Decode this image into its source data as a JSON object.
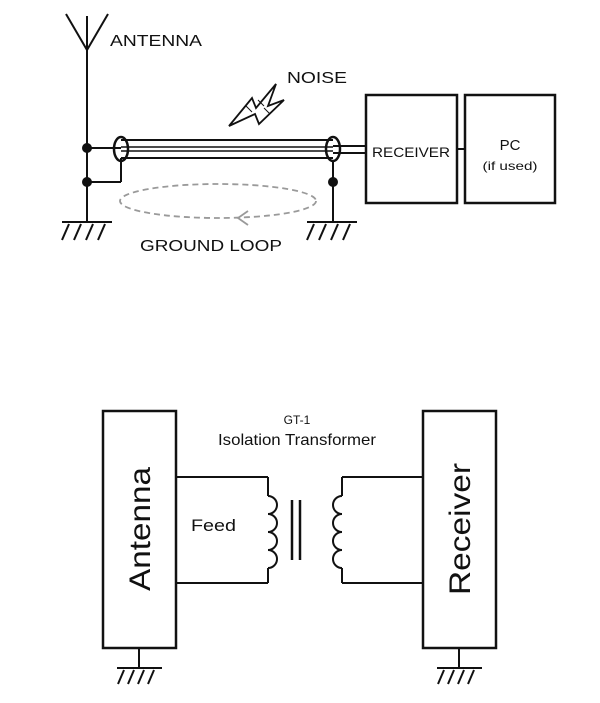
{
  "top_diagram": {
    "antenna_label": "ANTENNA",
    "noise_label": "NOISE",
    "ground_loop_label": "GROUND LOOP",
    "receiver_label": "RECEIVER",
    "pc_label": "PC",
    "pc_sublabel": "(if used)"
  },
  "bottom_diagram": {
    "transformer_model": "GT-1",
    "transformer_title": "Isolation Transformer",
    "antenna_box_label": "Antenna",
    "receiver_box_label": "Receiver",
    "feed_label": "Feed"
  },
  "colors": {
    "line": "#111111",
    "dashed": "#9a9a9a",
    "background": "#ffffff"
  }
}
